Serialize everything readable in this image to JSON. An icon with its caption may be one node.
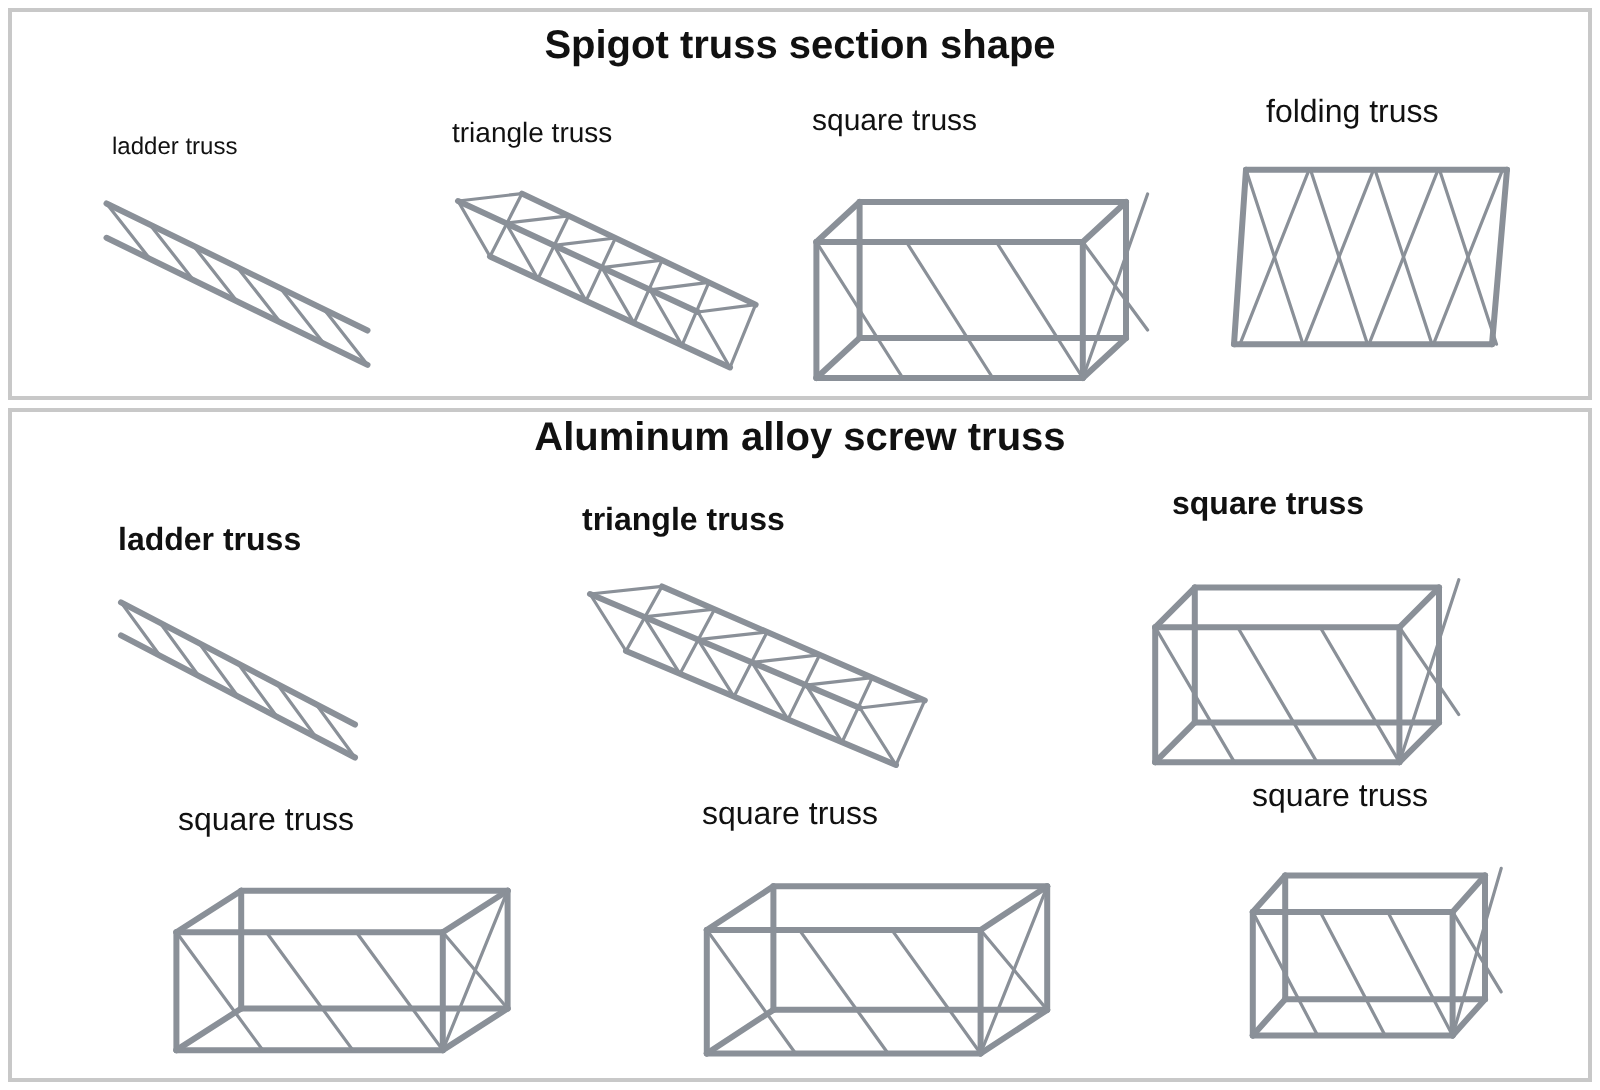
{
  "diagram": {
    "nodes": [
      {
        "text": [
          "Spigot truss section shape"
        ]
      },
      {
        "text": [
          "ladder truss"
        ],
        "in": 0
      },
      {
        "text": [
          "triangle truss"
        ],
        "in": 0
      },
      {
        "text": [
          "square truss"
        ],
        "in": 0
      },
      {
        "text": [
          "folding truss"
        ],
        "in": 0
      },
      {
        "text": [
          "Aluminum alloy screw truss"
        ]
      },
      {
        "text": [
          "ladder truss"
        ],
        "in": 5
      },
      {
        "text": [
          "triangle truss"
        ],
        "in": 5
      },
      {
        "text": [
          "square truss"
        ],
        "in": 5
      },
      {
        "text": [
          "square truss"
        ],
        "in": 5
      },
      {
        "text": [
          "square truss"
        ],
        "in": 5
      },
      {
        "text": [
          "square truss"
        ],
        "in": 5
      }
    ]
  }
}
